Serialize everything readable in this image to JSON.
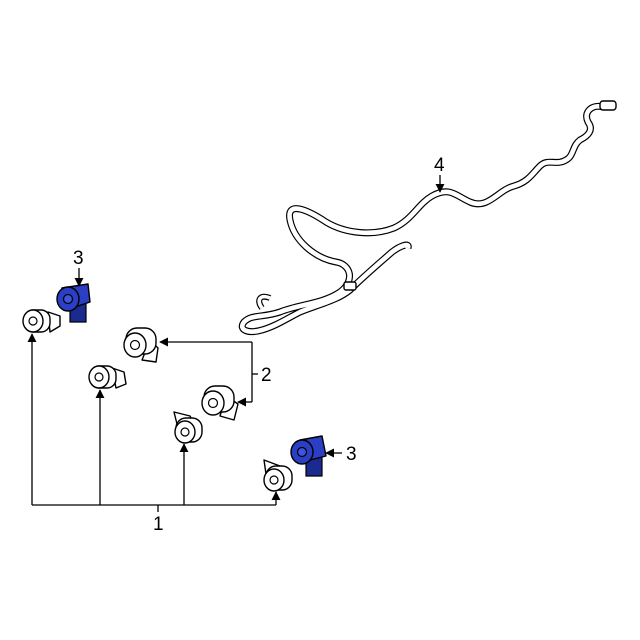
{
  "callouts": {
    "sensor_group": "1",
    "sensor_upper": "2",
    "retainer": "3",
    "harness": "4"
  },
  "colors": {
    "highlight": "#2a3fc4",
    "line": "#000000",
    "background": "#ffffff"
  }
}
